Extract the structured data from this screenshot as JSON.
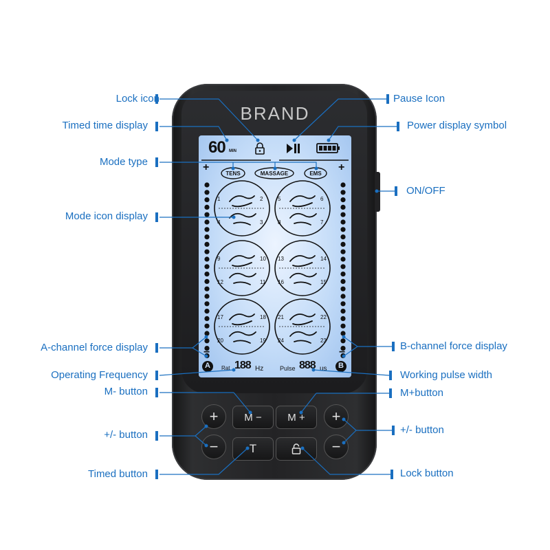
{
  "callouts": {
    "lock_icon": "Lock icon",
    "pause_icon": "Pause Icon",
    "timed_display": "Timed time display",
    "power_display": "Power display symbol",
    "mode_type": "Mode type",
    "on_off": "ON/OFF",
    "mode_icon": "Mode icon display",
    "a_channel": "A-channel force display",
    "b_channel": "B-channel force display",
    "op_freq": "Operating Frequency",
    "pulse_width": "Working pulse width",
    "m_minus": "M- button",
    "m_plus": "M+button",
    "pm_left": "+/- button",
    "pm_right": "+/- button",
    "timed_button": "Timed button",
    "lock_button": "Lock button"
  },
  "device": {
    "brand": "BRAND",
    "lcd": {
      "timer_value": "60",
      "timer_unit": "MIN",
      "modes": [
        "TENS",
        "MASSAGE",
        "EMS"
      ],
      "plus": "+",
      "minus": "−",
      "channel_a": "A",
      "channel_b": "B",
      "rate_label": "Rat",
      "rate_value": "188",
      "rate_unit": "Hz",
      "pulse_label": "Pulse",
      "pulse_value": "888",
      "pulse_unit": "us",
      "battery_level": 1.0,
      "groups": [
        {
          "numbers": [
            "1",
            "2",
            "3",
            "4"
          ],
          "icon": "hand-massage-icon"
        },
        {
          "numbers": [
            "5",
            "6",
            "7",
            "8"
          ],
          "icon": "finger-tapping-icon"
        },
        {
          "numbers": [
            "9",
            "10",
            "11",
            "12"
          ],
          "icon": "fist-knead-icon"
        },
        {
          "numbers": [
            "13",
            "14",
            "15",
            "16"
          ],
          "icon": "chopping-hand-icon"
        },
        {
          "numbers": [
            "17",
            "18",
            "19",
            "20"
          ],
          "icon": "foot-massage-icon"
        },
        {
          "numbers": [
            "21",
            "22",
            "23",
            "24"
          ],
          "icon": "cupping-icon"
        }
      ]
    },
    "buttons": {
      "m_minus": "M −",
      "m_plus": "M +",
      "plus": "+",
      "minus": "−",
      "timer": "T",
      "lock_icon": "lock-icon"
    }
  },
  "colors": {
    "callout_text": "#1a6fc0",
    "device_body": "#232325",
    "lcd_backlight": "#c4dcf8"
  }
}
